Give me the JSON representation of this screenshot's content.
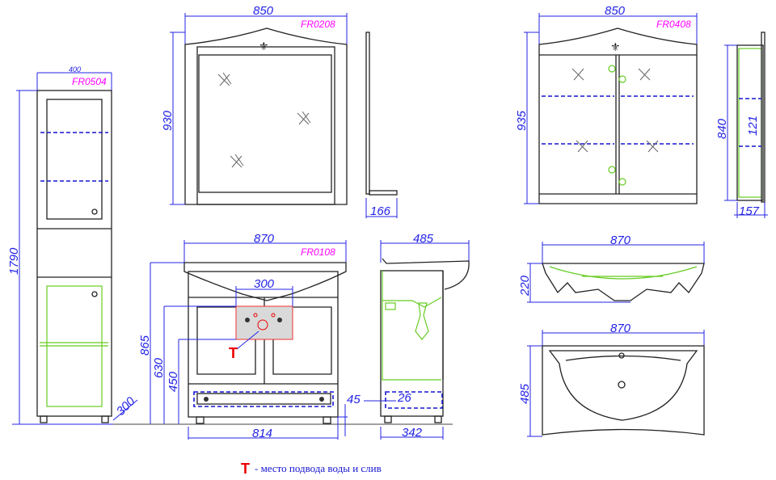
{
  "tall_cabinet": {
    "code": "FR0504",
    "width": "400",
    "height": "1790",
    "depth": "300"
  },
  "mirror": {
    "code": "FR0208",
    "width": "850",
    "height": "930",
    "depth": "166"
  },
  "mirror_cabinet": {
    "code": "FR0408",
    "width": "850",
    "height": "935",
    "side_height": "840",
    "shelf_gap": "121",
    "depth": "157"
  },
  "vanity": {
    "code": "FR0108",
    "width": "870",
    "service_zone": "300",
    "height": "865",
    "h630": "630",
    "h450": "450",
    "base_width": "814",
    "leg_height": "45",
    "side_depth": "485",
    "drawer_gap": "26",
    "side_base_depth": "342"
  },
  "basin_side": {
    "width": "870",
    "height": "220"
  },
  "basin_top": {
    "width": "870",
    "depth": "485"
  },
  "legend": {
    "symbol": "Т",
    "text": "- место подвода воды и слив"
  },
  "colors": {
    "dimension": "#2323e6",
    "code": "#ff00ff",
    "green": "#66cc22",
    "mark": "#ee0000"
  }
}
